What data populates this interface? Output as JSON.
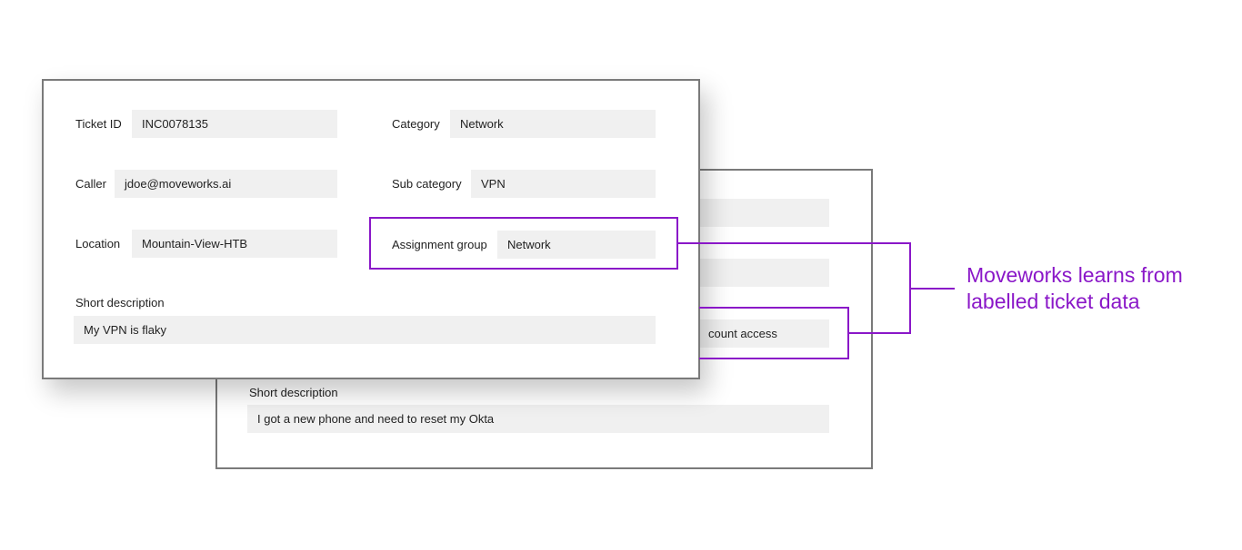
{
  "colors": {
    "accent": "#8a17c8",
    "border": "#7a7a7a",
    "field_bg": "#f0f0f0"
  },
  "back_ticket": {
    "value_partial": "count access",
    "short_description_label": "Short description",
    "short_description": "I got a new phone and need to reset my Okta"
  },
  "front_ticket": {
    "ticket_id_label": "Ticket ID",
    "ticket_id": "INC0078135",
    "category_label": "Category",
    "category": "Network",
    "caller_label": "Caller",
    "caller": "jdoe@moveworks.ai",
    "sub_category_label": "Sub category",
    "sub_category": "VPN",
    "location_label": "Location",
    "location": "Mountain-View-HTB",
    "assignment_group_label": "Assignment group",
    "assignment_group": "Network",
    "short_description_label": "Short description",
    "short_description": "My VPN is flaky"
  },
  "callout": "Moveworks learns from\nlabelled ticket data"
}
